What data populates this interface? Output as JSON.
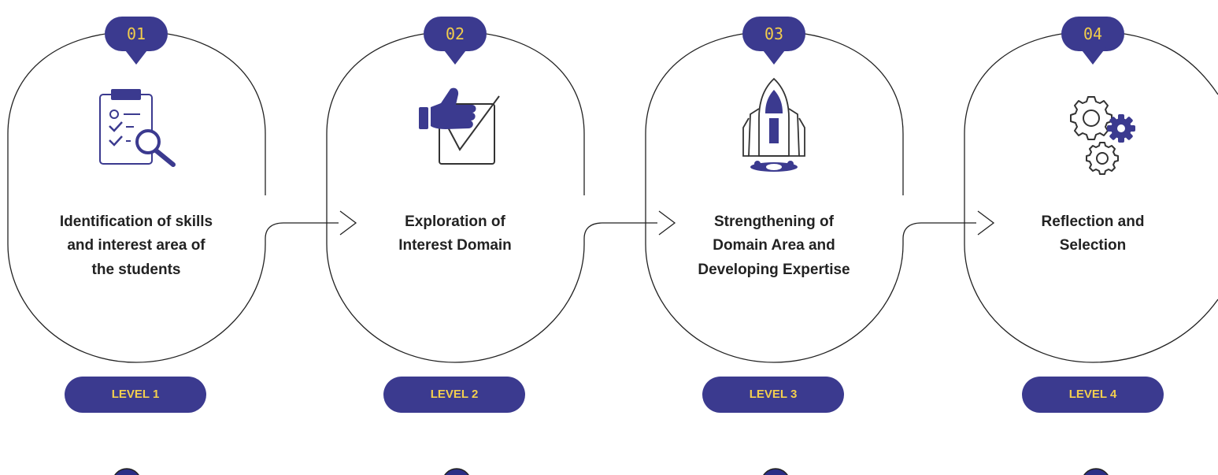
{
  "diagram": {
    "steps": [
      {
        "number": "01",
        "title": "Identification of skills\nand interest area of\nthe students",
        "level": "LEVEL 1",
        "icon": "checklist-magnifier-icon"
      },
      {
        "number": "02",
        "title": "Exploration of\nInterest Domain",
        "level": "LEVEL 2",
        "icon": "thumbs-up-check-icon"
      },
      {
        "number": "03",
        "title": "Strengthening of\nDomain Area and\nDeveloping Expertise",
        "level": "LEVEL 3",
        "icon": "space-shuttle-icon"
      },
      {
        "number": "04",
        "title": "Reflection and\nSelection",
        "level": "LEVEL 4",
        "icon": "gears-icon"
      }
    ],
    "colors": {
      "accent": "#3b3a8f",
      "accent_text": "#f3cf4e",
      "timeline_dot": "#2c2e86",
      "outline": "#222222"
    }
  }
}
